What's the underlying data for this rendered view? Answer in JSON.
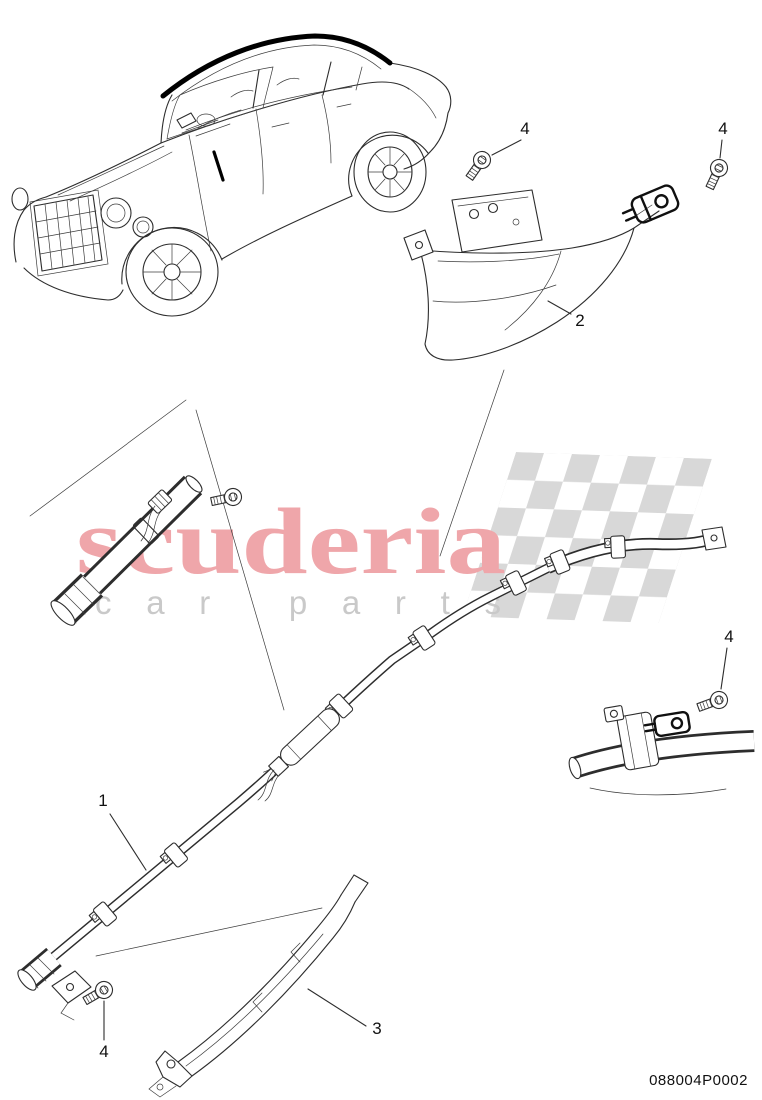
{
  "watermark": {
    "title": "scuderia",
    "subtitle": "car parts"
  },
  "colors": {
    "watermark_title": "#efa6aa",
    "watermark_subtitle": "#c9c9c9",
    "flag_check": "#d8d8d8"
  },
  "callouts": {
    "airbag_assembly": "1",
    "bracket_upper": "2",
    "bracket_lower": "3",
    "screw": "4"
  },
  "footer": {
    "part_code": "088004P0002"
  }
}
